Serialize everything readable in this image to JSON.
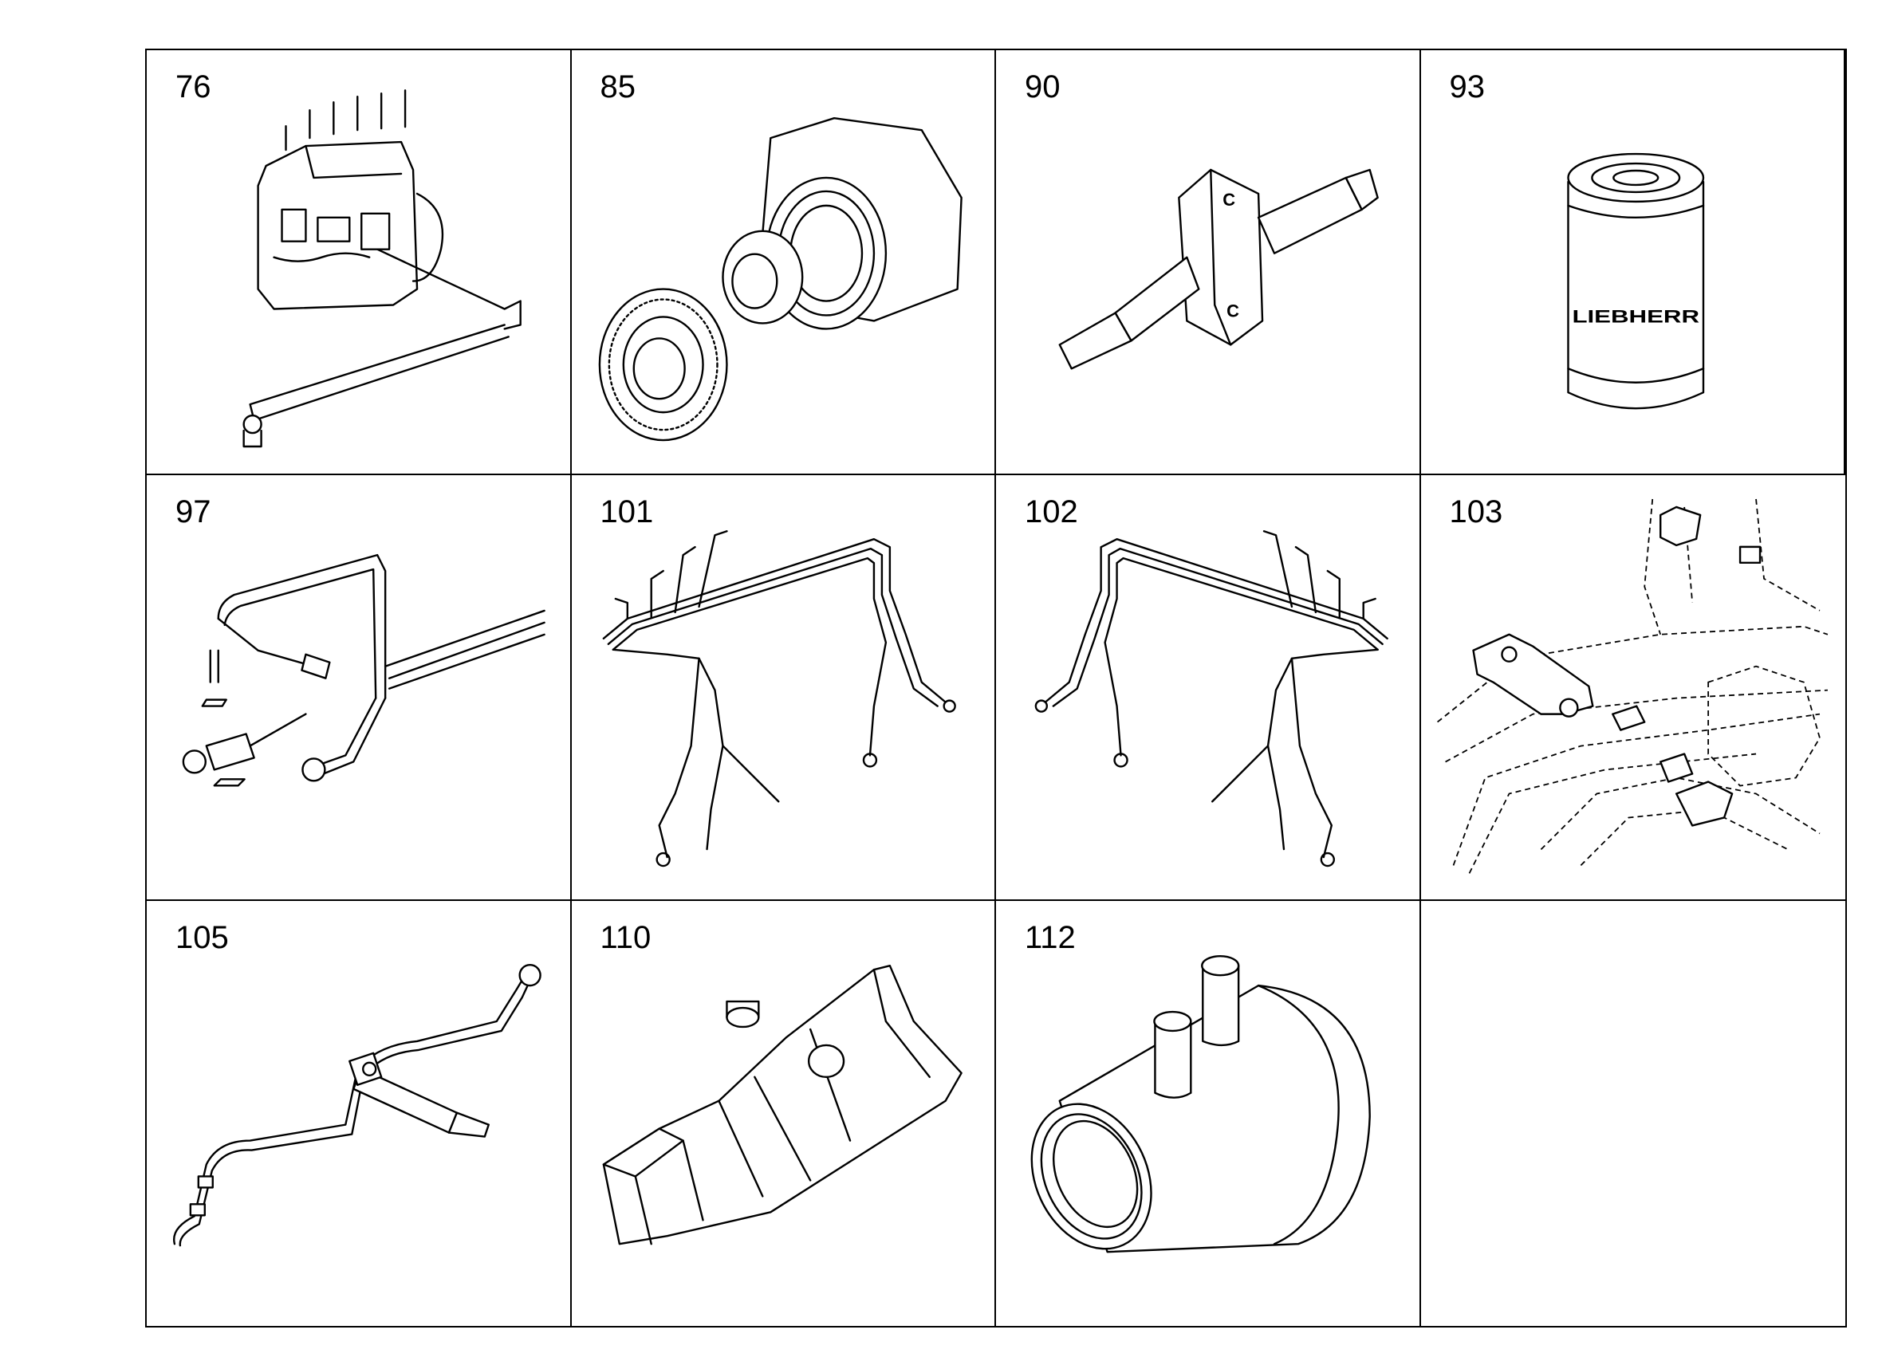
{
  "parts": [
    {
      "label": "76",
      "icon": "injection-pump-icon"
    },
    {
      "label": "85",
      "icon": "pump-drive-gear-icon"
    },
    {
      "label": "90",
      "icon": "injector-icon"
    },
    {
      "label": "93",
      "icon": "fuel-filter-icon"
    },
    {
      "label": "97",
      "icon": "fuel-line-assembly-icon"
    },
    {
      "label": "101",
      "icon": "injection-lines-left-icon"
    },
    {
      "label": "102",
      "icon": "injection-lines-right-icon"
    },
    {
      "label": "103",
      "icon": "engine-mount-bracket-icon"
    },
    {
      "label": "105",
      "icon": "return-line-injector-icon"
    },
    {
      "label": "110",
      "icon": "intake-manifold-icon"
    },
    {
      "label": "112",
      "icon": "air-inlet-adapter-icon"
    }
  ],
  "filter_brand_text": "LIEBHERR"
}
